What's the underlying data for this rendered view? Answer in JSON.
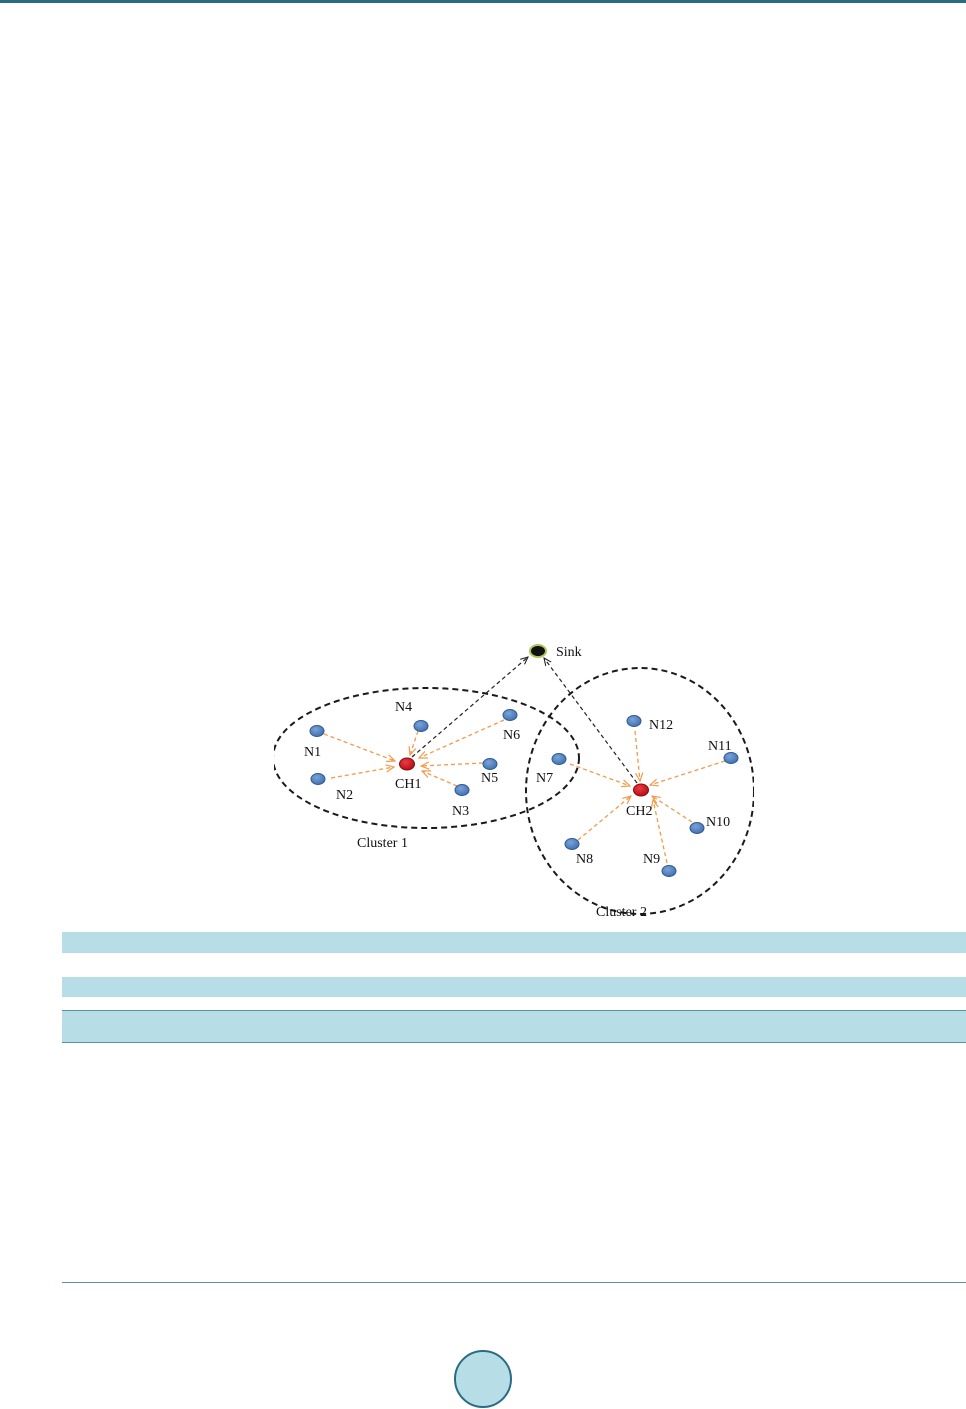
{
  "figure": {
    "sink_label": "Sink",
    "cluster_heads": [
      {
        "id": "ch1",
        "label": "CH1"
      },
      {
        "id": "ch2",
        "label": "CH2"
      }
    ],
    "nodes": [
      {
        "id": "n1",
        "label": "N1"
      },
      {
        "id": "n2",
        "label": "N2"
      },
      {
        "id": "n3",
        "label": "N3"
      },
      {
        "id": "n4",
        "label": "N4"
      },
      {
        "id": "n5",
        "label": "N5"
      },
      {
        "id": "n6",
        "label": "N6"
      },
      {
        "id": "n7",
        "label": "N7"
      },
      {
        "id": "n8",
        "label": "N8"
      },
      {
        "id": "n9",
        "label": "N9"
      },
      {
        "id": "n10",
        "label": "N10"
      },
      {
        "id": "n11",
        "label": "N11"
      },
      {
        "id": "n12",
        "label": "N12"
      }
    ],
    "clusters": [
      {
        "id": "cluster1",
        "label": "Cluster 1"
      },
      {
        "id": "cluster2",
        "label": "Cluster 2"
      }
    ],
    "colors": {
      "sensor_node": "#4f7fbf",
      "cluster_head": "#c8141c",
      "sink": "#111111",
      "member_link": "#f29a4a",
      "sink_link": "#222222",
      "boundary": "#1a1a1a"
    }
  },
  "page": {
    "accent_color": "#2a6b84",
    "band_color": "#b7dde7"
  }
}
